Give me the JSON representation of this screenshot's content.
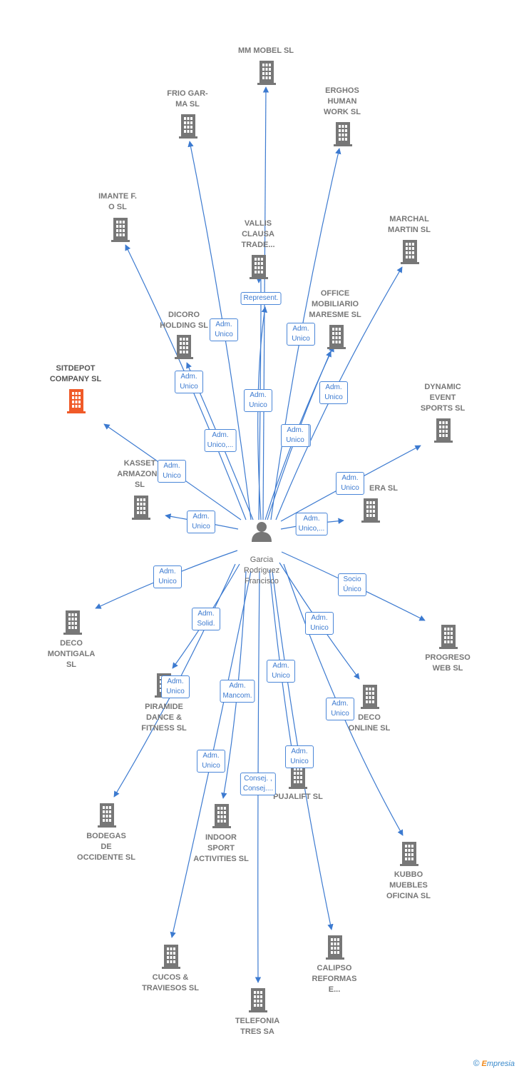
{
  "center": {
    "name": "Garcia\nRodriguez\nFrancisco"
  },
  "colors": {
    "edge": "#3c7ad0",
    "node": "#777777",
    "highlight": "#f05a28"
  },
  "nodes": [
    {
      "id": "mm-mobel",
      "label": "MM MOBEL  SL"
    },
    {
      "id": "frio-garma",
      "label": "FRIO GAR-\nMA SL"
    },
    {
      "id": "erghos",
      "label": "ERGHOS\nHUMAN\nWORK  SL"
    },
    {
      "id": "imante",
      "label": "IMANTE F.\nO SL"
    },
    {
      "id": "vallis",
      "label": "VALLIS\nCLAUSA\nTRADE..."
    },
    {
      "id": "marchal",
      "label": "MARCHAL\nMARTIN SL"
    },
    {
      "id": "office",
      "label": "OFFICE\nMOBILIARIO\nMARESME  SL"
    },
    {
      "id": "dicoro",
      "label": "DICORO\nHOLDING SL"
    },
    {
      "id": "sitdepot",
      "label": "SITDEPOT\nCOMPANY  SL",
      "highlight": true
    },
    {
      "id": "dynamic",
      "label": "DYNAMIC\nEVENT\nSPORTS SL"
    },
    {
      "id": "kasset",
      "label": "KASSET\nARMAZONE\nSL"
    },
    {
      "id": "era",
      "label": "ERA  SL"
    },
    {
      "id": "deco-montigala",
      "label": "DECO\nMONTIGALA\nSL"
    },
    {
      "id": "progreso",
      "label": "PROGRESO\nWEB SL"
    },
    {
      "id": "piramide",
      "label": "PIRAMIDE\nDANCE &\nFITNESS  SL"
    },
    {
      "id": "deco-online",
      "label": "DECO\nONLINE  SL"
    },
    {
      "id": "pujalift",
      "label": "PUJALIFT SL"
    },
    {
      "id": "bodegas",
      "label": "BODEGAS\nDE\nOCCIDENTE SL"
    },
    {
      "id": "indoor",
      "label": "INDOOR\nSPORT\nACTIVITIES SL"
    },
    {
      "id": "kubbo",
      "label": "KUBBO\nMUEBLES\nOFICINA SL"
    },
    {
      "id": "cucos",
      "label": "CUCOS &\nTRAVIESOS SL"
    },
    {
      "id": "calipso",
      "label": "CALIPSO\nREFORMAS\nE..."
    },
    {
      "id": "telefonia",
      "label": "TELEFONIA\nTRES SA"
    }
  ],
  "edges": [
    {
      "to": "mm-mobel",
      "role": ""
    },
    {
      "to": "frio-garma",
      "role": "Adm.\nUnico"
    },
    {
      "to": "erghos",
      "role": "Adm.\nUnico"
    },
    {
      "to": "imante",
      "role": "Adm.\nUnico"
    },
    {
      "to": "vallis",
      "role": "Represent."
    },
    {
      "to": "marchal",
      "role": "Adm.\nUnico"
    },
    {
      "to": "office",
      "role": "Adm.\nUnico"
    },
    {
      "to": "dicoro",
      "role": "Adm.\nUnico,..."
    },
    {
      "to": "sitdepot",
      "role": "Adm.\nUnico"
    },
    {
      "to": "dynamic",
      "role": "Adm.\nUnico"
    },
    {
      "to": "kasset",
      "role": "Adm.\nUnico"
    },
    {
      "to": "era",
      "role": "Adm.\nUnico,..."
    },
    {
      "to": "deco-montigala",
      "role": "Adm.\nUnico"
    },
    {
      "to": "progreso",
      "role": "Socio\nÚnico"
    },
    {
      "to": "piramide",
      "role": "Adm.\nSolid."
    },
    {
      "to": "deco-online",
      "role": "Adm.\nUnico"
    },
    {
      "to": "pujalift",
      "role": "Adm.\nUnico"
    },
    {
      "to": "bodegas",
      "role": "Adm.\nUnico"
    },
    {
      "to": "indoor",
      "role": "Adm.\nMancom."
    },
    {
      "to": "kubbo",
      "role": "Adm.\nUnico"
    },
    {
      "to": "cucos",
      "role": "Adm.\nUnico"
    },
    {
      "to": "calipso",
      "role": "Adm.\nUnico"
    },
    {
      "to": "telefonia",
      "role": "Consej. ,\nConsej...."
    },
    {
      "to": "vallis-2",
      "role": "Adm.\nUnico"
    },
    {
      "to": "office-2",
      "role": "Adm.\nUnico"
    }
  ],
  "watermark": {
    "symbol": "©",
    "brand_initial": "E",
    "brand_rest": "mpresia"
  }
}
